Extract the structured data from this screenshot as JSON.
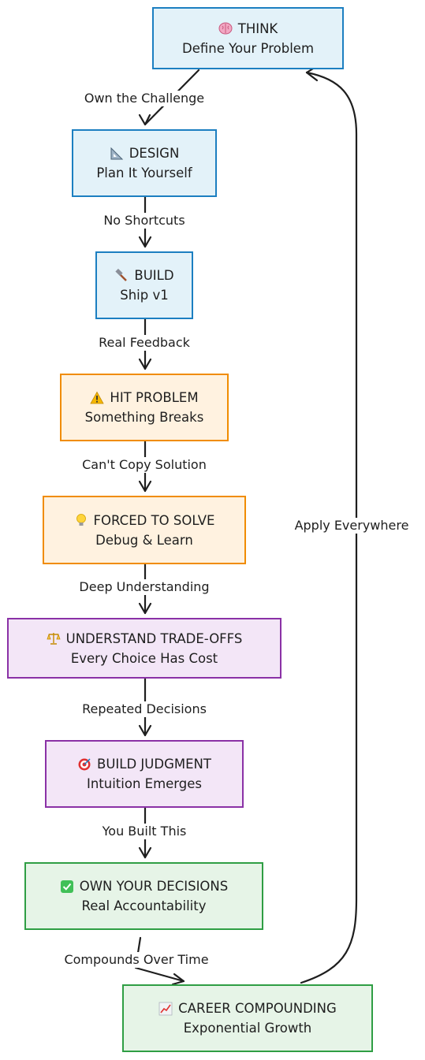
{
  "nodes": {
    "think": {
      "icon": "brain-icon",
      "title": "THINK",
      "subtitle": "Define Your Problem"
    },
    "design": {
      "icon": "triangle-ruler-icon",
      "title": "DESIGN",
      "subtitle": "Plan It Yourself"
    },
    "build": {
      "icon": "hammer-icon",
      "title": "BUILD",
      "subtitle": "Ship v1"
    },
    "hit": {
      "icon": "warning-icon",
      "title": "HIT PROBLEM",
      "subtitle": "Something Breaks"
    },
    "forced": {
      "icon": "lightbulb-icon",
      "title": "FORCED TO SOLVE",
      "subtitle": "Debug & Learn"
    },
    "understand": {
      "icon": "scales-icon",
      "title": "UNDERSTAND TRADE-OFFS",
      "subtitle": "Every Choice Has Cost"
    },
    "judgment": {
      "icon": "target-icon",
      "title": "BUILD JUDGMENT",
      "subtitle": "Intuition Emerges"
    },
    "own": {
      "icon": "check-icon",
      "title": "OWN YOUR DECISIONS",
      "subtitle": "Real Accountability"
    },
    "career": {
      "icon": "chart-up-icon",
      "title": "CAREER COMPOUNDING",
      "subtitle": "Exponential Growth"
    }
  },
  "edges": {
    "e1": "Own the Challenge",
    "e2": "No Shortcuts",
    "e3": "Real Feedback",
    "e4": "Can't Copy Solution",
    "e5": "Deep Understanding",
    "e6": "Repeated Decisions",
    "e7": "You Built This",
    "e8": "Compounds Over Time",
    "loop": "Apply Everywhere"
  },
  "colors": {
    "blue_fill": "#e3f2f9",
    "blue_stroke": "#1c7fc1",
    "orange_fill": "#fff2e0",
    "orange_stroke": "#f08c00",
    "purple_fill": "#f3e6f7",
    "purple_stroke": "#8a31a6",
    "green_fill": "#e6f4e7",
    "green_stroke": "#2f9e44",
    "line": "#1e1e1e"
  }
}
